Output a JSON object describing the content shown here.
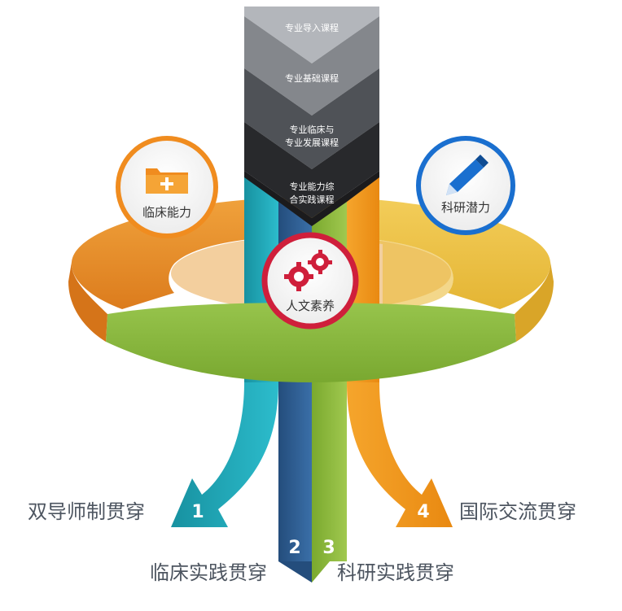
{
  "courses": [
    "专业导入课程",
    "专业基础课程",
    "专业临床与",
    "专业发展课程",
    "专业能力综",
    "合实践课程"
  ],
  "badges": {
    "clinical": "临床能力",
    "research": "科研潜力",
    "humanities": "人文素养"
  },
  "paths": [
    {
      "num": "1",
      "label": "双导师制贯穿"
    },
    {
      "num": "2",
      "label": "临床实践贯穿"
    },
    {
      "num": "3",
      "label": "科研实践贯穿"
    },
    {
      "num": "4",
      "label": "国际交流贯穿"
    }
  ],
  "icons": {
    "clinical": "folder-plus-icon",
    "research": "pen-icon",
    "humanities": "gears-icon"
  },
  "colors": {
    "teal": "#1fa9b8",
    "blue": "#2f6096",
    "green": "#8bbb3c",
    "orange": "#f39a1e",
    "ring_left": "#e88a2a",
    "ring_right": "#ebbd3c",
    "badge_orange": "#f08c1f",
    "badge_blue": "#1a6fcf",
    "badge_red": "#cf1f3b"
  }
}
